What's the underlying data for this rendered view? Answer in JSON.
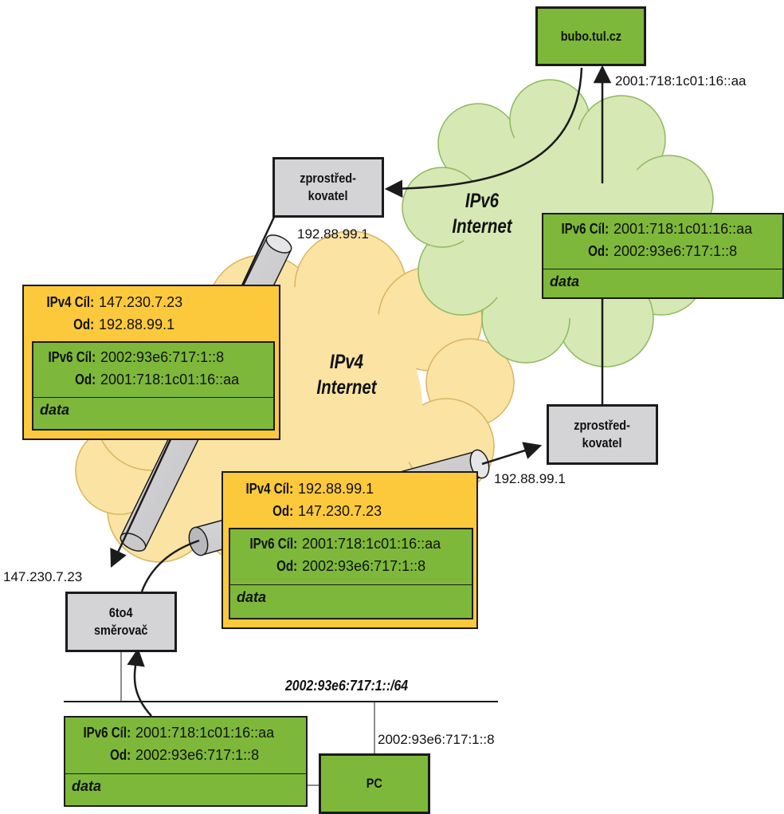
{
  "clouds": {
    "ipv6": {
      "line1": "IPv6",
      "line2": "Internet",
      "color": "#d6e8b4"
    },
    "ipv4": {
      "line1": "IPv4",
      "line2": "Internet",
      "color": "#fbe3a3"
    }
  },
  "nodes": {
    "bubo": "bubo.tul.cz",
    "relay_top": {
      "line1": "zprostřed-",
      "line2": "kovatel"
    },
    "relay_right": {
      "line1": "zprostřed-",
      "line2": "kovatel"
    },
    "router": {
      "line1": "6to4",
      "line2": "směrovač"
    },
    "pc": "PC"
  },
  "addresses": {
    "bubo_addr": "2001:718:1c01:16::aa",
    "relay_top_addr": "192.88.99.1",
    "relay_right_addr": "192.88.99.1",
    "router_addr": "147.230.7.23",
    "pc_addr": "2002:93e6:717:1::8",
    "subnet": "2002:93e6:717:1::/64"
  },
  "packets": {
    "left": {
      "v4_dst_key": "IPv4 Cíl:",
      "v4_dst": "147.230.7.23",
      "v4_src_key": "Od:",
      "v4_src": "192.88.99.1",
      "v6_dst_key": "IPv6 Cíl:",
      "v6_dst": "2002:93e6:717:1::8",
      "v6_src_key": "Od:",
      "v6_src": "2001:718:1c01:16::aa",
      "data": "data"
    },
    "middle": {
      "v4_dst_key": "IPv4 Cíl:",
      "v4_dst": "192.88.99.1",
      "v4_src_key": "Od:",
      "v4_src": "147.230.7.23",
      "v6_dst_key": "IPv6 Cíl:",
      "v6_dst": "2001:718:1c01:16::aa",
      "v6_src_key": "Od:",
      "v6_src": "2002:93e6:717:1::8",
      "data": "data"
    },
    "top_right": {
      "v6_dst_key": "IPv6 Cíl:",
      "v6_dst": "2001:718:1c01:16::aa",
      "v6_src_key": "Od:",
      "v6_src": "2002:93e6:717:1::8",
      "data": "data"
    },
    "bottom": {
      "v6_dst_key": "IPv6 Cíl:",
      "v6_dst": "2001:718:1c01:16::aa",
      "v6_src_key": "Od:",
      "v6_src": "2002:93e6:717:1::8",
      "data": "data"
    }
  }
}
